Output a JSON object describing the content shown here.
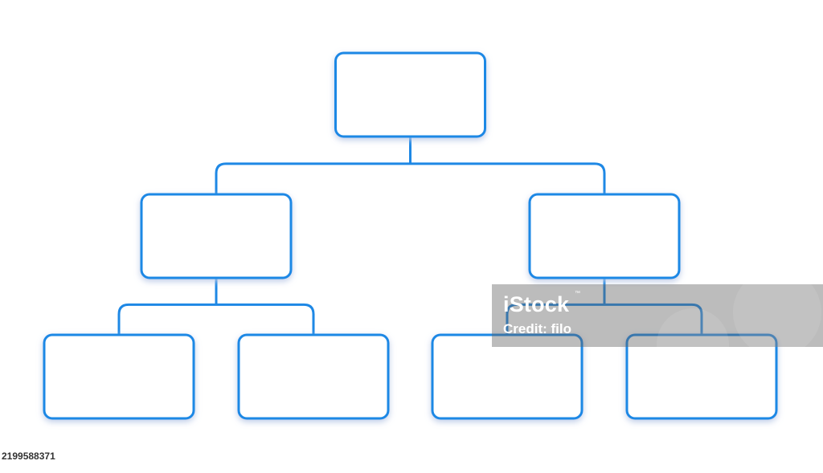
{
  "diagram": {
    "type": "org-chart",
    "colors": {
      "node_border": "#1e88e5",
      "connector": "#1e88e5",
      "node_fill": "#ffffff",
      "shadow": "#b8c7e6"
    },
    "nodes": [
      {
        "id": "root",
        "parent": null,
        "label": ""
      },
      {
        "id": "left",
        "parent": "root",
        "label": ""
      },
      {
        "id": "right",
        "parent": "root",
        "label": ""
      },
      {
        "id": "left-left",
        "parent": "left",
        "label": ""
      },
      {
        "id": "left-right",
        "parent": "left",
        "label": ""
      },
      {
        "id": "right-left",
        "parent": "right",
        "label": ""
      },
      {
        "id": "right-right",
        "parent": "right",
        "label": ""
      }
    ]
  },
  "watermark": {
    "brand": "iStock",
    "trademark": "™",
    "credit": "Credit: filo"
  },
  "image_id": "2199588371"
}
